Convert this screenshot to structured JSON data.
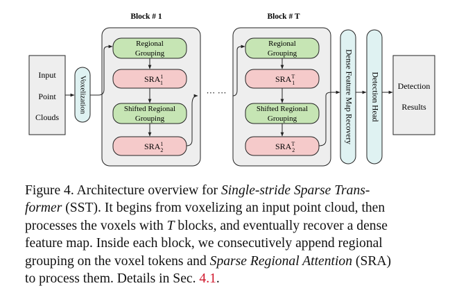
{
  "figure": {
    "blocks": [
      {
        "title": "Block # 1",
        "grouping": [
          "Regional",
          "Grouping"
        ],
        "sra_top": {
          "base": "SRA",
          "sup": "1",
          "sub": "1"
        },
        "shifted": [
          "Shifted Regional",
          "Grouping"
        ],
        "sra_bottom": {
          "base": "SRA",
          "sup": "1",
          "sub": "2"
        }
      },
      {
        "title": "Block # T",
        "grouping": [
          "Regional",
          "Grouping"
        ],
        "sra_top": {
          "base": "SRA",
          "sup": "T",
          "sub": "1"
        },
        "shifted": [
          "Shifted Regional",
          "Grouping"
        ],
        "sra_bottom": {
          "base": "SRA",
          "sup": "T",
          "sub": "2"
        }
      }
    ],
    "input_lines": [
      "Input",
      "Point",
      "Clouds"
    ],
    "voxelization": "Voxelization",
    "ellipsis": "··· ···",
    "dense_recovery": "Dense Feature Map Recovery",
    "detection_head": "Detection Head",
    "output_lines": [
      "Detection",
      "Results"
    ],
    "colors": {
      "block_bg": "#eeeeee",
      "grouping_fill": "#c6e5b4",
      "sra_fill": "#f5caca",
      "cyan_fill": "#dff2f2",
      "border": "#222222"
    }
  },
  "caption": {
    "l1_a": "Figure 4.  Architecture overview for ",
    "l1_b": "Single-stride Sparse Trans-",
    "l2_a": "former",
    "l2_b": " (SST). It begins from voxelizing an input point cloud, then",
    "l3_a": "processes the voxels with ",
    "l3_b": "T",
    "l3_c": " blocks, and eventually recover a dense",
    "l4": "feature map. Inside each block, we consecutively append regional",
    "l5_a": "grouping on the voxel tokens and ",
    "l5_b": "Sparse Regional Attention",
    "l5_c": " (SRA)",
    "l6_a": "to process them. Details in Sec. ",
    "l6_b": "4.1",
    "l6_c": "."
  }
}
